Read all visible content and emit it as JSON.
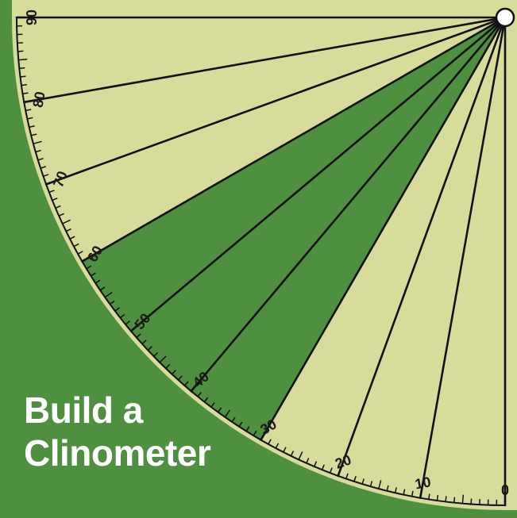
{
  "title": {
    "line1": "Build a",
    "line2": "Clinometer"
  },
  "protractor": {
    "angle_labels": [
      "0",
      "10",
      "20",
      "30",
      "40",
      "50",
      "60",
      "70",
      "80",
      "90"
    ],
    "angle_values": [
      0,
      10,
      20,
      30,
      40,
      50,
      60,
      70,
      80,
      90
    ],
    "highlighted_range_degrees": [
      30,
      60
    ],
    "minor_tick_step_degrees": 1,
    "mid_tick_step_degrees": 5,
    "pivot": "hole"
  },
  "colors": {
    "background": "#4e8f40",
    "protractor_fill": "#d8dc9a",
    "highlight_fill": "#4e8f40",
    "line": "#111111",
    "title_text": "#ffffff",
    "pivot_fill": "#ffffff"
  }
}
